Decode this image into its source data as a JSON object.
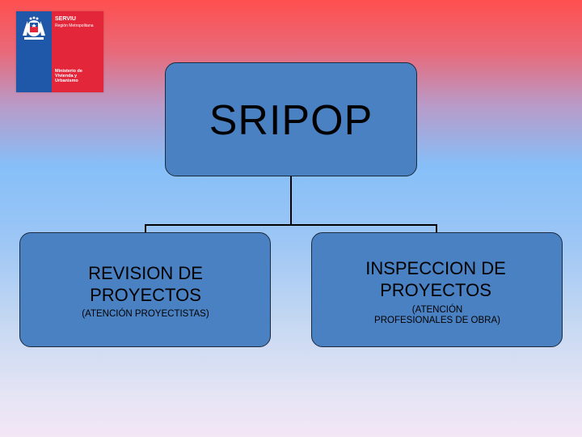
{
  "logo": {
    "serviu": "SERVIU",
    "region": "Región Metropolitana",
    "ministerio_line1": "Ministerio de",
    "ministerio_line2": "Vivienda y",
    "ministerio_line3": "Urbanismo"
  },
  "org_chart": {
    "root": {
      "label": "SRIPOP"
    },
    "children": [
      {
        "title_line1": "REVISION DE",
        "title_line2": "PROYECTOS",
        "subtitle": "(ATENCIÓN PROYECTISTAS)"
      },
      {
        "title_line1": "INSPECCION DE",
        "title_line2": "PROYECTOS",
        "subtitle_line1": "(ATENCIÓN",
        "subtitle_line2": "PROFESIONALES DE OBRA)"
      }
    ]
  },
  "colors": {
    "box_fill": "#4a81c2",
    "box_border": "#1c2a3d",
    "logo_blue": "#1f58a8",
    "logo_red": "#e3263a"
  }
}
